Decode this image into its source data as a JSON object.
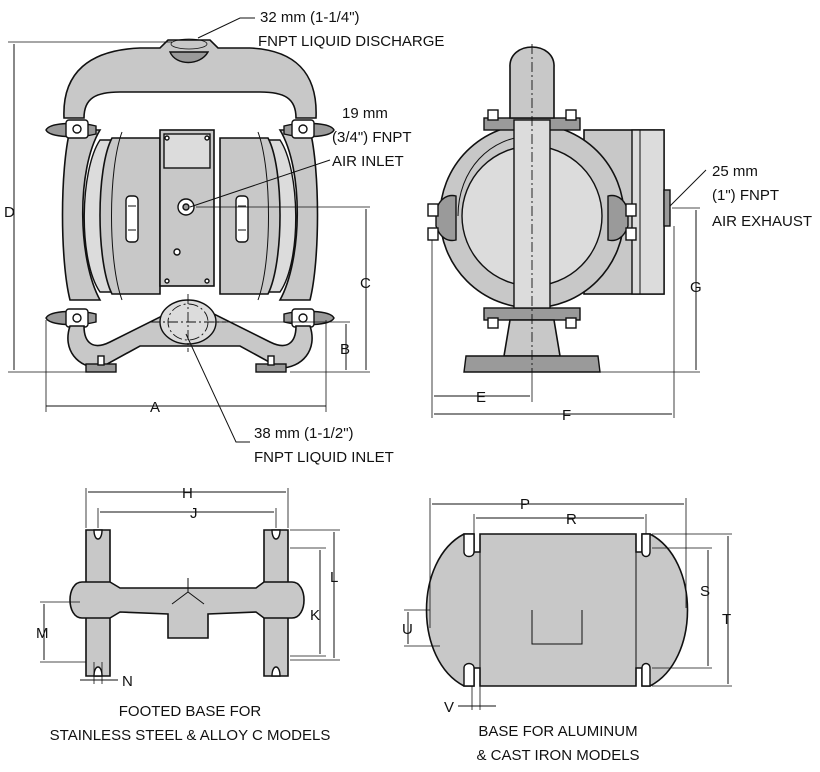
{
  "callouts": {
    "discharge_size": "32 mm (1-1/4\")",
    "discharge_type": "FNPT LIQUID DISCHARGE",
    "air_inlet_size_1": "19 mm",
    "air_inlet_size_2": "(3/4\") FNPT",
    "air_inlet_type": "AIR INLET",
    "exhaust_size_1": "25 mm",
    "exhaust_size_2": "(1\") FNPT",
    "exhaust_type": "AIR EXHAUST",
    "inlet_size": "38 mm (1-1/2\")",
    "inlet_type": "FNPT LIQUID INLET"
  },
  "dimensions": {
    "A": "A",
    "B": "B",
    "C": "C",
    "D": "D",
    "E": "E",
    "F": "F",
    "G": "G",
    "H": "H",
    "J": "J",
    "K": "K",
    "L": "L",
    "M": "M",
    "N": "N",
    "P": "P",
    "R": "R",
    "S": "S",
    "T": "T",
    "U": "U",
    "V": "V"
  },
  "captions": {
    "footed_line1": "FOOTED BASE FOR",
    "footed_line2": "STAINLESS STEEL & ALLOY C MODELS",
    "aluminum_line1": "BASE FOR ALUMINUM",
    "aluminum_line2": "& CAST IRON MODELS"
  }
}
